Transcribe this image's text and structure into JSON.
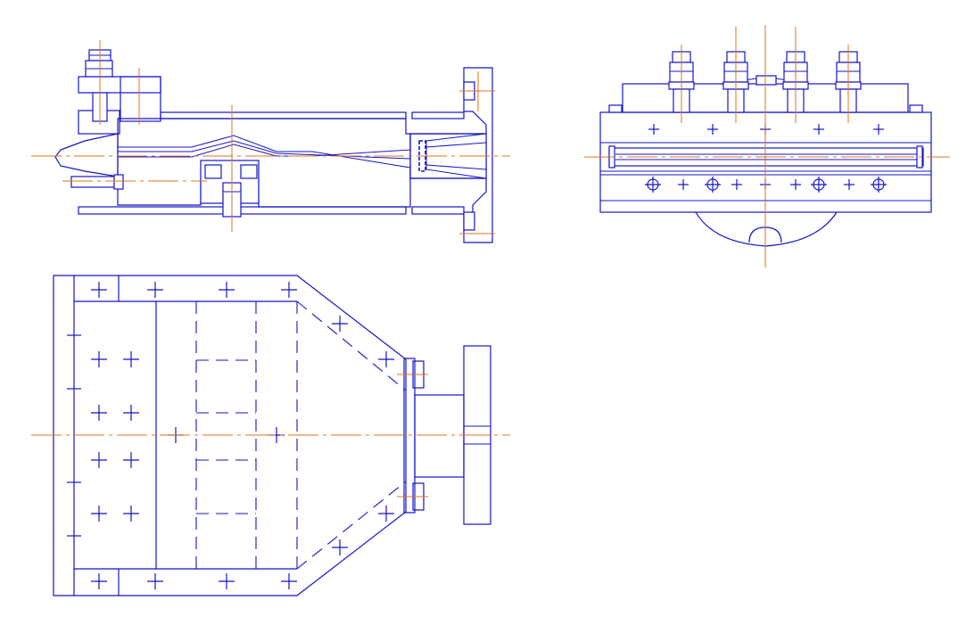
{
  "colors": {
    "background": "#ffffff",
    "outline": "#1515c8",
    "centerline": "#e0761c"
  },
  "views": [
    {
      "view": "section",
      "description_icon": "longitudinal-section-view"
    },
    {
      "view": "side",
      "description_icon": "end-view"
    },
    {
      "view": "plan",
      "description_icon": "top-view"
    }
  ]
}
